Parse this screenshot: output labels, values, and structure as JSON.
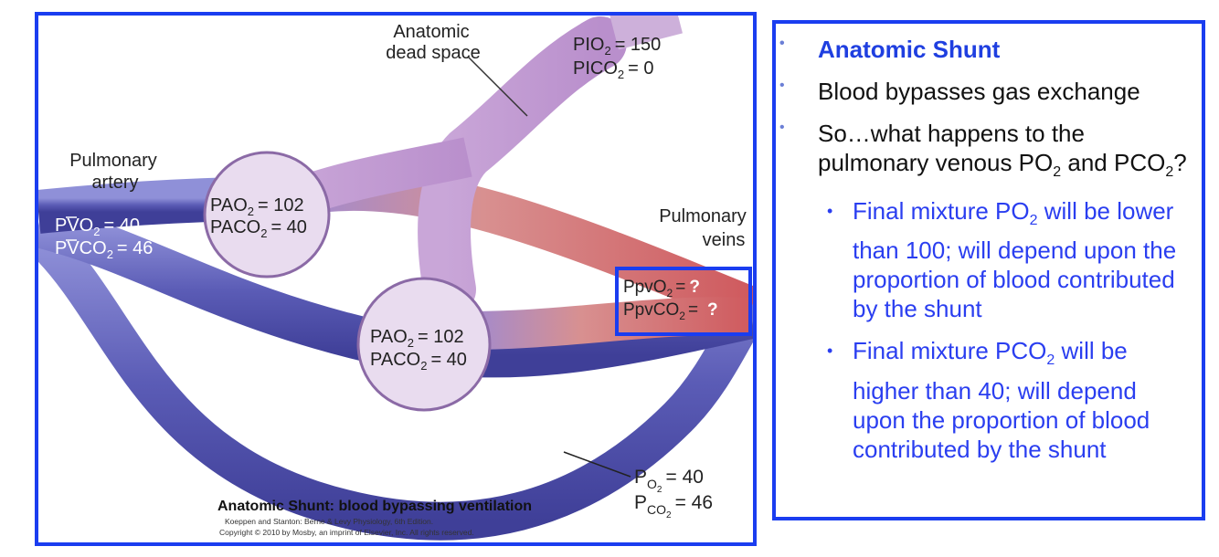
{
  "diagram": {
    "labels": {
      "dead_space_1": "Anatomic",
      "dead_space_2": "dead space",
      "pulm_artery_1": "Pulmonary",
      "pulm_artery_2": "artery",
      "pulm_veins_1": "Pulmonary",
      "pulm_veins_2": "veins"
    },
    "inspired": {
      "po2_prefix": "PIO",
      "po2_value": "= 150",
      "pco2_prefix": "PICO",
      "pco2_value": "= 0"
    },
    "mixed_venous": {
      "po2_prefix": "PVO",
      "po2_value": "= 40",
      "pco2_prefix": "PVCO",
      "pco2_value": "= 46"
    },
    "alveolus_upper": {
      "po2_prefix": "PAO",
      "po2_value": "= 102",
      "pco2_prefix": "PACO",
      "pco2_value": "= 40"
    },
    "alveolus_lower": {
      "po2_prefix": "PAO",
      "po2_value": "= 102",
      "pco2_prefix": "PACO",
      "pco2_value": "= 40"
    },
    "pulm_venous": {
      "po2_prefix": "PpvO",
      "po2_value": "=",
      "pco2_prefix": "PpvCO",
      "pco2_value": "=",
      "unknown": "?"
    },
    "shunt": {
      "po2_prefix": "P",
      "po2_sub": "O",
      "po2_value": "= 40",
      "pco2_prefix": "P",
      "pco2_sub": "CO",
      "pco2_value": "= 46"
    },
    "subscript_2": "2",
    "caption": "Anatomic Shunt: blood bypassing ventilation",
    "credit_1": "Koeppen and Stanton: Berne & Levy Physiology, 6th Edition.",
    "credit_2": "Copyright © 2010 by Mosby, an imprint of Elsevier, Inc. All rights reserved."
  },
  "bullets": {
    "b1": "Anatomic Shunt",
    "b2": "Blood bypasses gas exchange",
    "b3_line": "So…what happens to the pulmonary venous PO",
    "b3_mid": " and PCO",
    "b3_end": "?",
    "s1_a": "Final mixture PO",
    "s1_b": " will be lower than 100; will depend upon the proportion of blood contributed by the shunt",
    "s2_a": "Final mixture PCO",
    "s2_b": " will be higher than 40; will depend upon the proportion of blood contributed by the shunt",
    "sub2": "2",
    "dot": "•"
  },
  "colors": {
    "border": "#1a3df0",
    "heading": "#1f3fe0",
    "sub_bullets": "#2a3ef0",
    "vessel_blue": "#5e5fb8",
    "vessel_red": "#cf6a6e",
    "airway": "#c9a6d6"
  }
}
